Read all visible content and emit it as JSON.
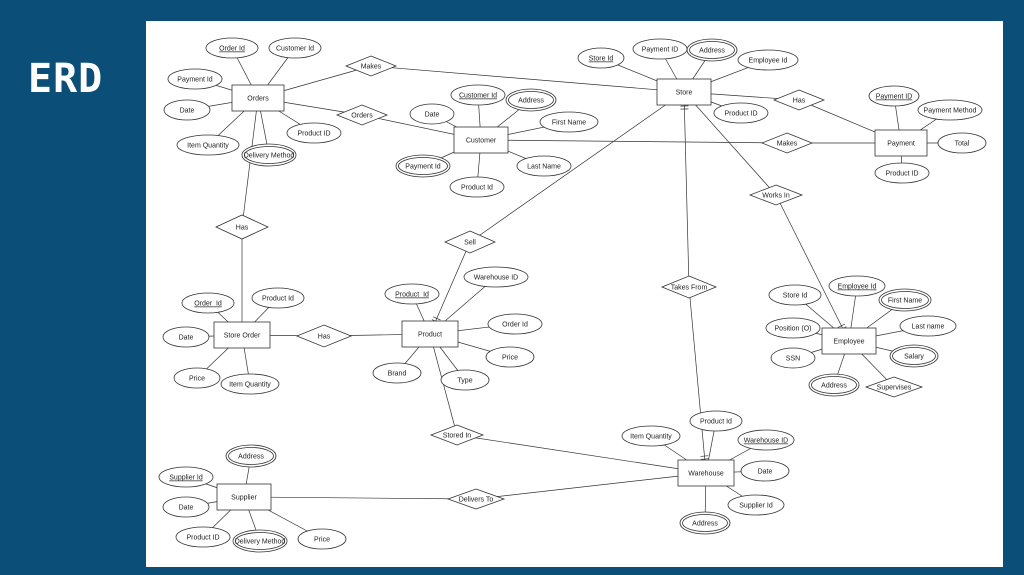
{
  "slide": {
    "title": "ERD"
  },
  "entities": [
    {
      "id": "orders",
      "label": "Orders"
    },
    {
      "id": "customer",
      "label": "Customer"
    },
    {
      "id": "store",
      "label": "Store"
    },
    {
      "id": "payment",
      "label": "Payment"
    },
    {
      "id": "store_order",
      "label": "Store Order"
    },
    {
      "id": "product",
      "label": "Product"
    },
    {
      "id": "employee",
      "label": "Employee"
    },
    {
      "id": "supplier",
      "label": "Supplier"
    },
    {
      "id": "warehouse",
      "label": "Warehouse"
    }
  ],
  "relationships": [
    {
      "id": "makes1",
      "label": "Makes"
    },
    {
      "id": "orders_rel",
      "label": "Orders"
    },
    {
      "id": "has_store_payment",
      "label": "Has"
    },
    {
      "id": "makes2",
      "label": "Makes"
    },
    {
      "id": "works_in",
      "label": "Works In"
    },
    {
      "id": "has_orders",
      "label": "Has"
    },
    {
      "id": "sell",
      "label": "Sell"
    },
    {
      "id": "takes_from",
      "label": "Takes From"
    },
    {
      "id": "has_store_order",
      "label": "Has"
    },
    {
      "id": "supervises",
      "label": "Supervises"
    },
    {
      "id": "stored_in",
      "label": "Stored In"
    },
    {
      "id": "delivers_to",
      "label": "Delivers To"
    }
  ],
  "attributes": [
    {
      "id": "a_order_id",
      "label": "Order Id",
      "key": true
    },
    {
      "id": "a_customer_id",
      "label": "Customer Id"
    },
    {
      "id": "a_payment_id1",
      "label": "Payment Id"
    },
    {
      "id": "a_date1",
      "label": "Date"
    },
    {
      "id": "a_item_qty1",
      "label": "Item Quantity"
    },
    {
      "id": "a_delivery1",
      "label": "Delivery Method",
      "multi": true
    },
    {
      "id": "a_product_id1",
      "label": "Product ID"
    },
    {
      "id": "a_store_id",
      "label": "Store Id",
      "key": true
    },
    {
      "id": "a_payment_id_store",
      "label": "Payment ID"
    },
    {
      "id": "a_address_store",
      "label": "Address",
      "multi": true
    },
    {
      "id": "a_employee_id_store",
      "label": "Employee Id"
    },
    {
      "id": "a_product_id_store",
      "label": "Product ID"
    },
    {
      "id": "a_customer_id_key",
      "label": "Customer Id",
      "key": true
    },
    {
      "id": "a_address_cust",
      "label": "Address",
      "multi": true
    },
    {
      "id": "a_date_cust",
      "label": "Date"
    },
    {
      "id": "a_first_name_cust",
      "label": "First Name"
    },
    {
      "id": "a_last_name_cust",
      "label": "Last Name"
    },
    {
      "id": "a_payment_id_cust",
      "label": "Payment Id",
      "multi": true
    },
    {
      "id": "a_product_id_cust",
      "label": "Product Id"
    },
    {
      "id": "a_payment_id_key",
      "label": "Payment ID",
      "key": true
    },
    {
      "id": "a_payment_method",
      "label": "Payment Method"
    },
    {
      "id": "a_total",
      "label": "Total"
    },
    {
      "id": "a_product_id_pay",
      "label": "Product ID"
    },
    {
      "id": "a_order_id_so",
      "label": "Order_Id",
      "key": true
    },
    {
      "id": "a_product_id_so",
      "label": "Product Id"
    },
    {
      "id": "a_date_so",
      "label": "Date"
    },
    {
      "id": "a_price_so",
      "label": "Price"
    },
    {
      "id": "a_item_qty_so",
      "label": "Item Quantity"
    },
    {
      "id": "a_product_id_key",
      "label": "Product_Id",
      "key": true
    },
    {
      "id": "a_warehouse_id_prod",
      "label": "Warehouse ID"
    },
    {
      "id": "a_order_id_prod",
      "label": "Order Id"
    },
    {
      "id": "a_price_prod",
      "label": "Price"
    },
    {
      "id": "a_type",
      "label": "Type"
    },
    {
      "id": "a_brand",
      "label": "Brand"
    },
    {
      "id": "a_store_id_emp",
      "label": "Store Id"
    },
    {
      "id": "a_employee_id_key",
      "label": "Employee Id",
      "key": true
    },
    {
      "id": "a_first_name_emp",
      "label": "First Name",
      "multi": true
    },
    {
      "id": "a_position",
      "label": "Position (O)"
    },
    {
      "id": "a_last_name_emp",
      "label": "Last name"
    },
    {
      "id": "a_ssn",
      "label": "SSN"
    },
    {
      "id": "a_salary",
      "label": "Salary",
      "multi": true
    },
    {
      "id": "a_address_emp",
      "label": "Address",
      "multi": true
    },
    {
      "id": "a_address_sup",
      "label": "Address",
      "multi": true
    },
    {
      "id": "a_supplier_id_key",
      "label": "Supplier Id",
      "key": true
    },
    {
      "id": "a_date_sup",
      "label": "Date"
    },
    {
      "id": "a_product_id_sup",
      "label": "Product ID"
    },
    {
      "id": "a_delivery_sup",
      "label": "Delivery Method",
      "multi": true
    },
    {
      "id": "a_price_sup",
      "label": "Price"
    },
    {
      "id": "a_product_id_wh",
      "label": "Product Id"
    },
    {
      "id": "a_item_qty_wh",
      "label": "Item Quantity"
    },
    {
      "id": "a_warehouse_id_key",
      "label": "Warehouse ID",
      "key": true
    },
    {
      "id": "a_date_wh",
      "label": "Date"
    },
    {
      "id": "a_supplier_id_wh",
      "label": "Supplier Id"
    },
    {
      "id": "a_address_wh",
      "label": "Address",
      "multi": true
    }
  ]
}
